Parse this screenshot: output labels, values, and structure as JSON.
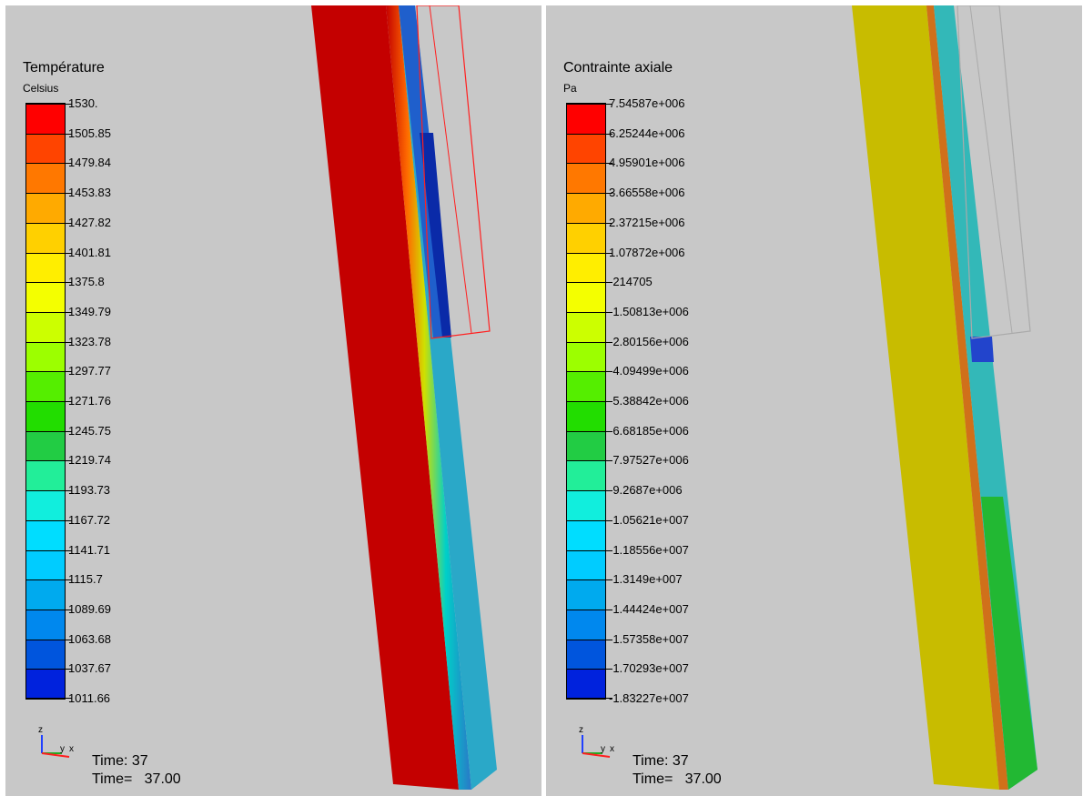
{
  "panels": [
    {
      "legend_title": "Température",
      "legend_unit": "Celsius",
      "ticks": [
        "1530.",
        "1505.85",
        "1479.84",
        "1453.83",
        "1427.82",
        "1401.81",
        "1375.8",
        "1349.79",
        "1323.78",
        "1297.77",
        "1271.76",
        "1245.75",
        "1219.74",
        "1193.73",
        "1167.72",
        "1141.71",
        "1115.7",
        "1089.69",
        "1063.68",
        "1037.67",
        "1011.66"
      ],
      "time_line1": "Time: 37",
      "time_line2": "Time=   37.00",
      "triad": {
        "z": "z",
        "y": "y",
        "x": "x"
      }
    },
    {
      "legend_title": "Contrainte axiale",
      "legend_unit": "Pa",
      "ticks": [
        "7.54587e+006",
        "6.25244e+006",
        "4.95901e+006",
        "3.66558e+006",
        "2.37215e+006",
        "1.07872e+006",
        "-214705",
        "-1.50813e+006",
        "-2.80156e+006",
        "-4.09499e+006",
        "-5.38842e+006",
        "-6.68185e+006",
        "-7.97527e+006",
        "-9.2687e+006",
        "-1.05621e+007",
        "-1.18556e+007",
        "-1.3149e+007",
        "-1.44424e+007",
        "-1.57358e+007",
        "-1.70293e+007",
        "-1.83227e+007"
      ],
      "time_line1": "Time: 37",
      "time_line2": "Time=   37.00",
      "triad": {
        "z": "z",
        "y": "y",
        "x": "x"
      }
    }
  ],
  "colors": {
    "background": "#c8c8c8",
    "legend_bands": [
      "#ff0000",
      "#ff4400",
      "#ff7800",
      "#ffaa00",
      "#ffd000",
      "#ffee00",
      "#f4ff00",
      "#ccff00",
      "#9cff00",
      "#55ee00",
      "#22dd00",
      "#22cc44",
      "#22ee99",
      "#11eedd",
      "#00ddff",
      "#00ccff",
      "#00aaee",
      "#0088ee",
      "#0055dd",
      "#0022dd"
    ],
    "left_main": "#c40000",
    "left_shell": "#2a77c8",
    "right_main": "#c8bc00",
    "right_shell": "#33b8b8",
    "right_shell_low": "#22b833",
    "left_outline": "#ff2020",
    "right_outline": "#aaaaaa"
  }
}
